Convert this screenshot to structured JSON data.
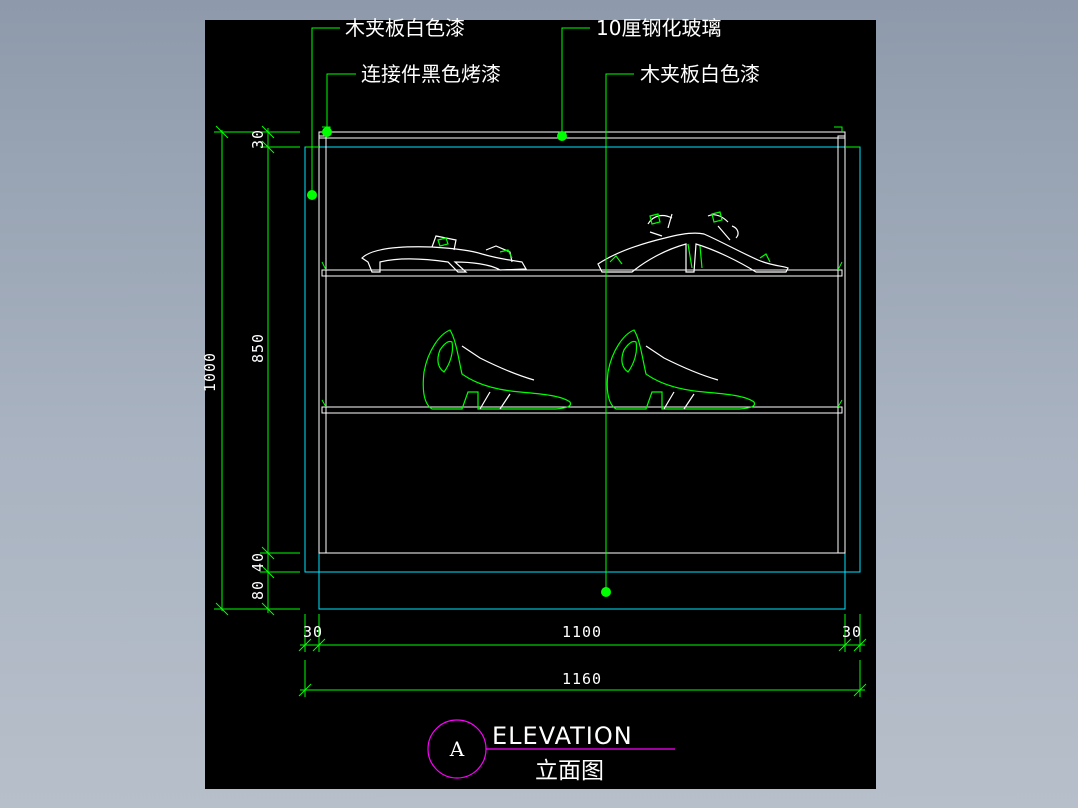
{
  "colors": {
    "sheet_background": "#000000",
    "leader_green": "#00ff00",
    "outline_white": "#ffffff",
    "outline_cyan": "#00e5ff",
    "title_magenta": "#ff00ff",
    "window_background": "#a3adbb"
  },
  "annotations": {
    "top_left": "木夹板白色漆",
    "connector": "连接件黑色烤漆",
    "glass": "10厘钢化玻璃",
    "right": "木夹板白色漆"
  },
  "dimensions": {
    "overall_height": "1000",
    "top": "30",
    "shelf_height": "850",
    "base_40": "40",
    "base_80": "80",
    "left_side": "30",
    "inner_width": "1100",
    "right_side": "30",
    "overall_width": "1160"
  },
  "title": {
    "marker": "A",
    "english": "ELEVATION",
    "chinese": "立面图"
  },
  "icons": {
    "upper_left_shoe": "sandal-drawing",
    "upper_right_shoe": "strappy-sandal-drawing",
    "lower_left_shoe": "pump-shoe-drawing",
    "lower_right_shoe": "pump-shoe-drawing"
  }
}
